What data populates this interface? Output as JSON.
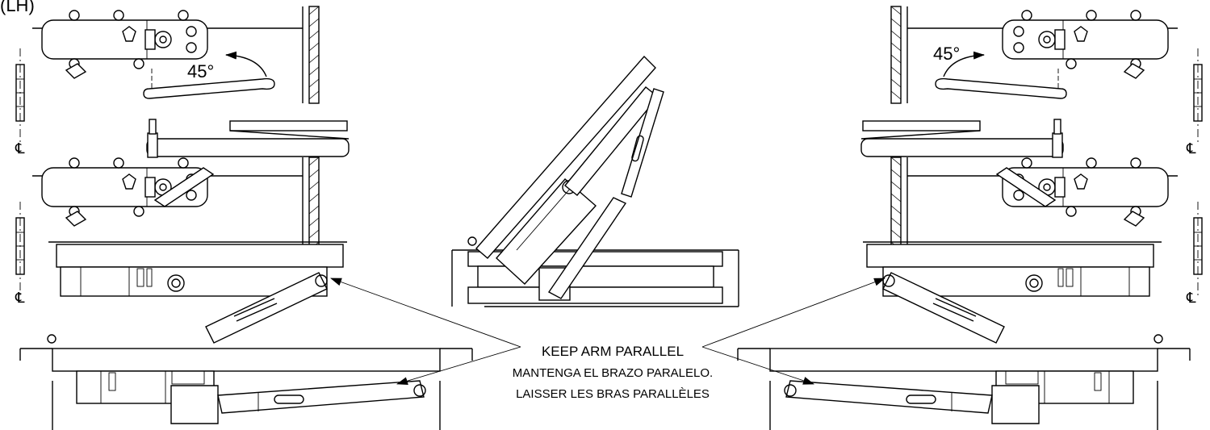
{
  "header": {
    "handing_label": "(LH)"
  },
  "angles": {
    "left_label": "45°",
    "right_label": "45°"
  },
  "callout": {
    "english": "KEEP ARM PARALLEL",
    "spanish": "MANTENGA EL BRAZO PARALELO.",
    "french": "LAISSER LES BRAS PARALLÈLES"
  },
  "centerline": {
    "symbol": "℄"
  },
  "colors": {
    "line": "#000000",
    "background": "#ffffff"
  }
}
